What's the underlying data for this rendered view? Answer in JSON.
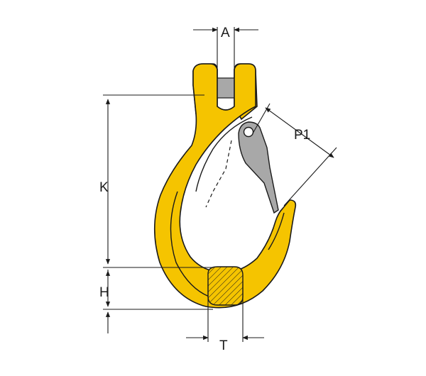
{
  "diagram": {
    "labels": {
      "A": "A",
      "K": "K",
      "H": "H",
      "T": "T",
      "P1": "P1"
    },
    "colors": {
      "hook_fill": "#F5C400",
      "hook_outline": "#1a1a1a",
      "latch_fill": "#A8A8A8",
      "pin_fill": "#D9D9D9",
      "dimension_lines": "#1a1a1a"
    }
  }
}
